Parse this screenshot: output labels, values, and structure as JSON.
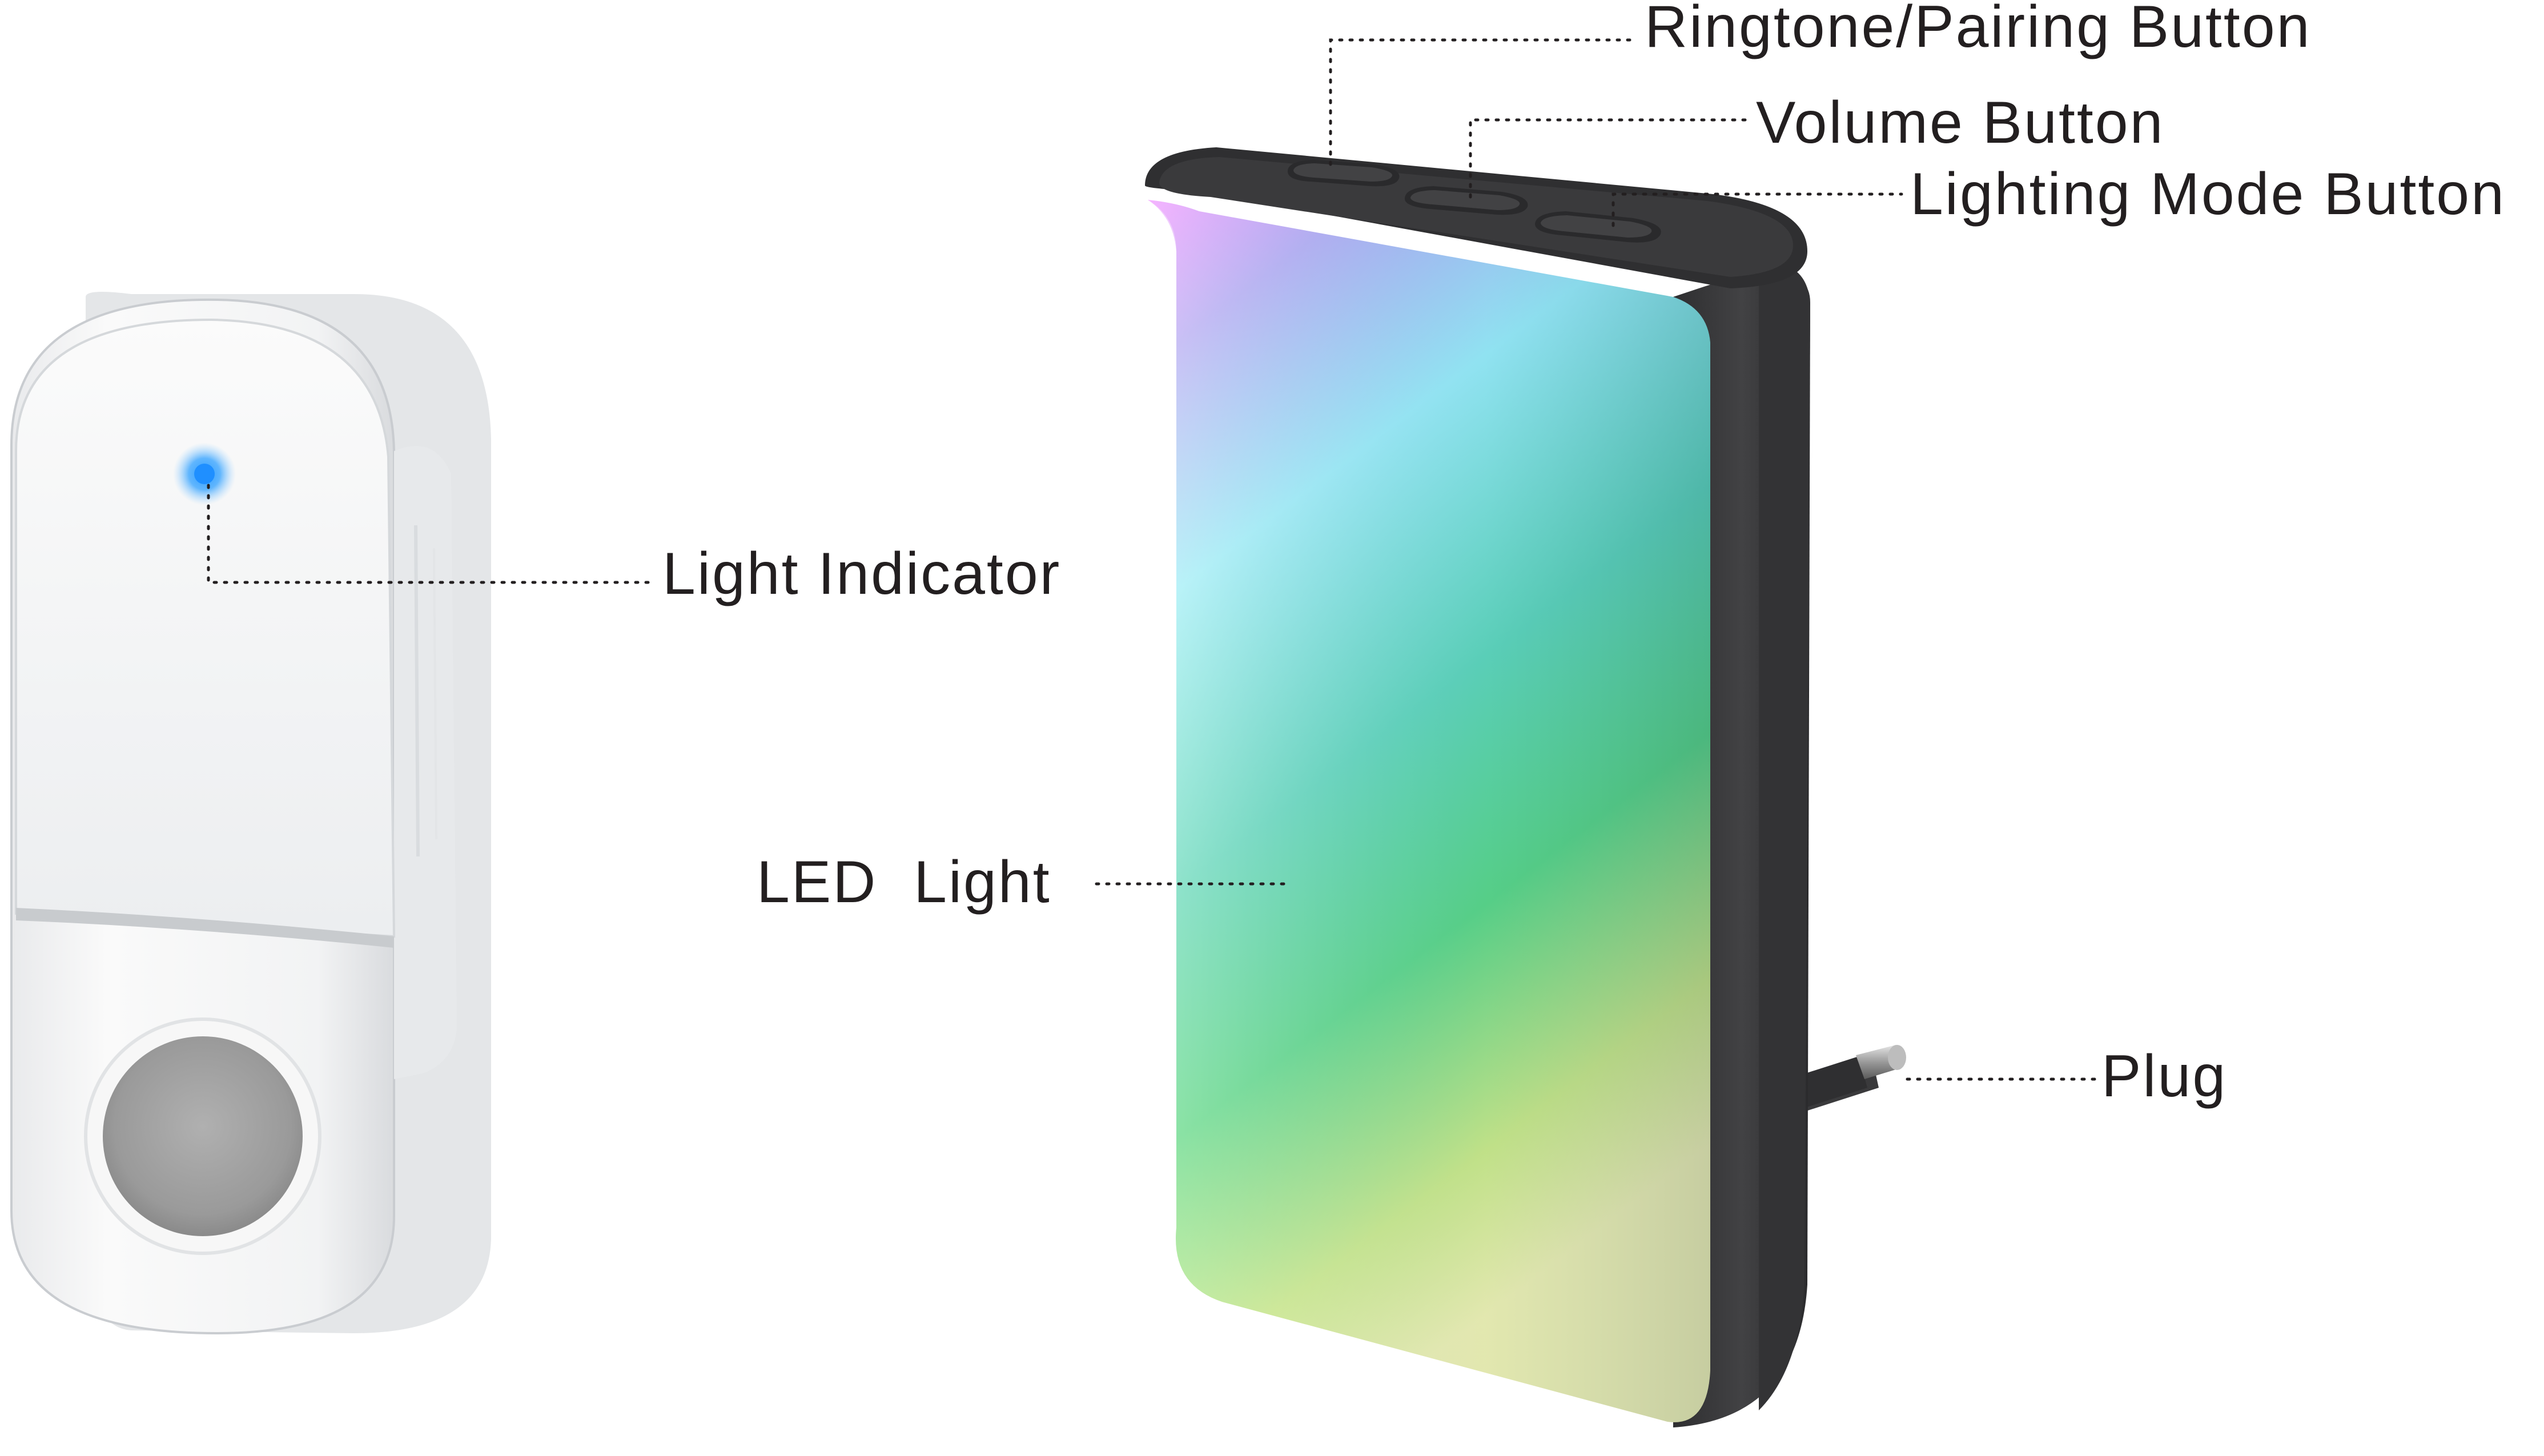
{
  "labels": {
    "light_indicator": "Light Indicator",
    "ringtone_pairing_button": "Ringtone/Pairing Button",
    "volume_button": "Volume Button",
    "lighting_mode_button": "Lighting Mode Button",
    "led_light": "LED  Light",
    "plug": "Plug"
  },
  "colors": {
    "text": "#231f20",
    "receiver_body": "#3a3a3c",
    "push_body": "#f4f5f6",
    "push_button": "#9d9d9d",
    "indicator": "#1f8fff",
    "led_gradient": [
      "#f08cff",
      "#9ef3f7",
      "#4fd987",
      "#fff59a"
    ]
  }
}
